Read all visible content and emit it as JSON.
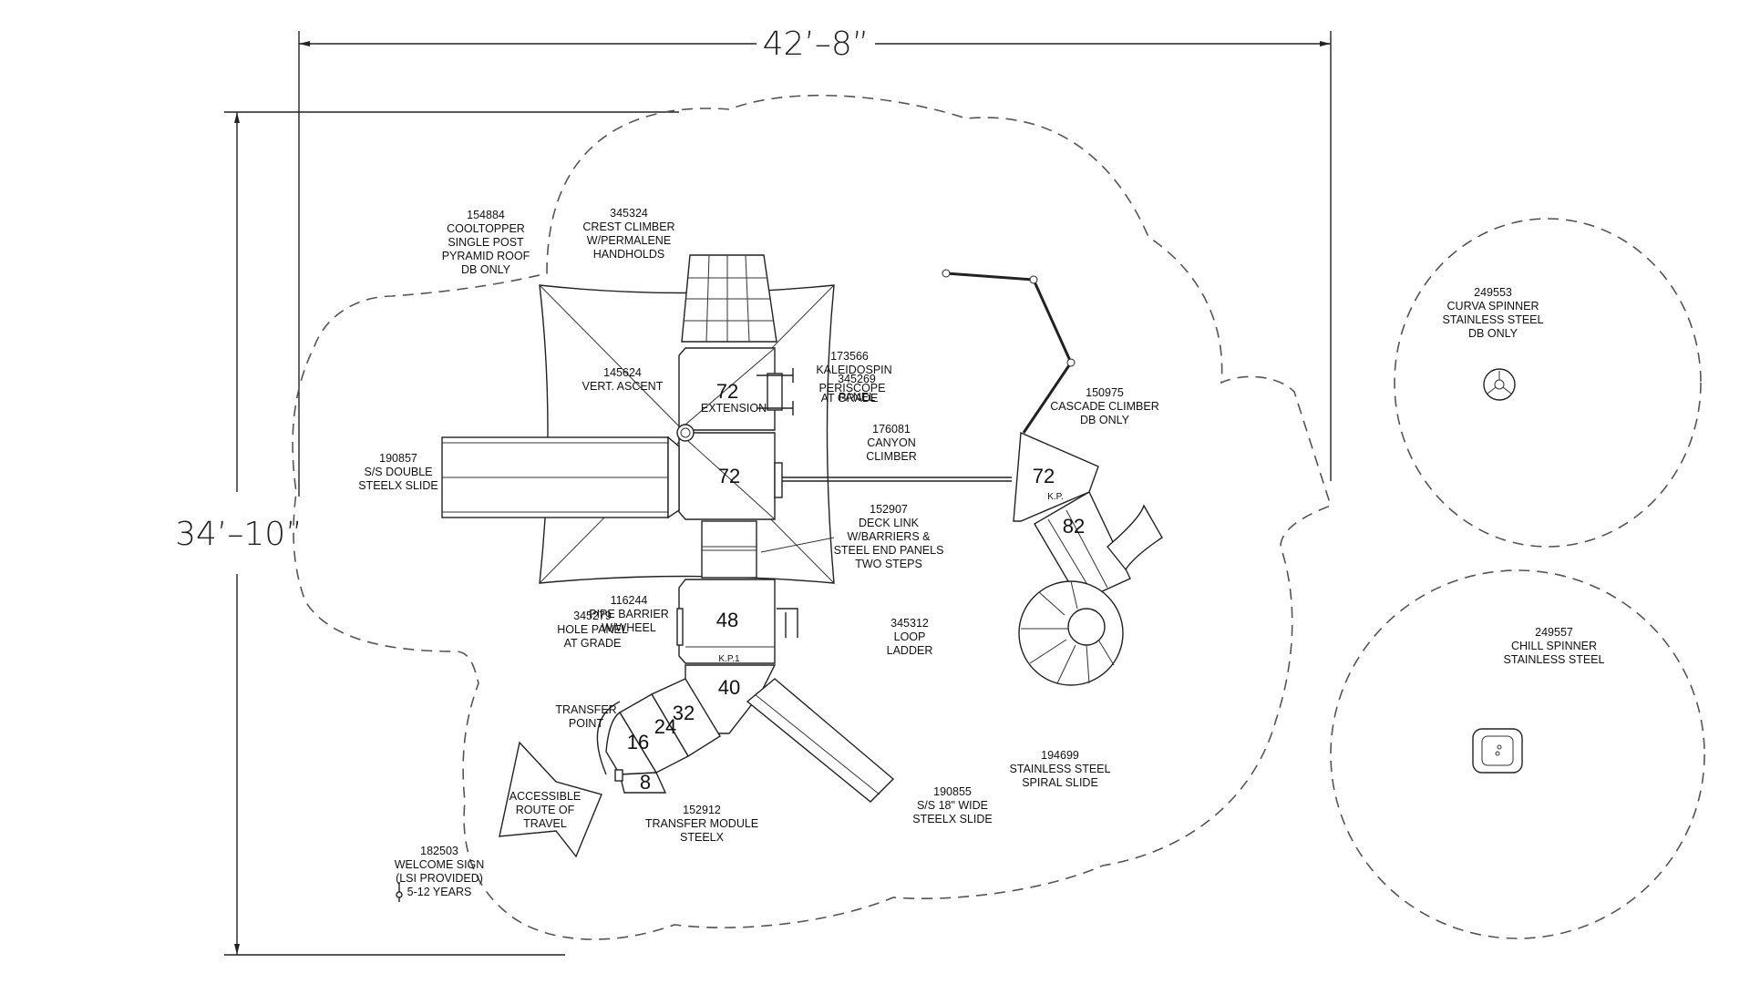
{
  "dimensions": {
    "width": "42’–8”",
    "height": "34’–10”"
  },
  "decks": {
    "upper_a": "72",
    "extension": "EXTENSION",
    "upper_b": "72",
    "mid": "48",
    "kp1": "K.P.1",
    "low": "40",
    "step32": "32",
    "step24": "24",
    "step16": "16",
    "step8": "8",
    "climber_deck": "72",
    "kp": "K.P.",
    "climber_step": "82"
  },
  "labels": {
    "cooltopper": [
      "154884",
      "COOLTOPPER",
      "SINGLE POST",
      "PYRAMID ROOF",
      "DB ONLY"
    ],
    "crest_climber": [
      "345324",
      "CREST CLIMBER",
      "W/PERMALENE",
      "HANDHOLDS"
    ],
    "vert_ascent": [
      "145624",
      "VERT. ASCENT"
    ],
    "kaleidospin": [
      "173566",
      "KALEIDOSPIN",
      "PANEL",
      "345269",
      "PERISCOPE",
      "AT GRADE"
    ],
    "double_slide": [
      "190857",
      "S/S DOUBLE",
      "STEELX SLIDE"
    ],
    "canyon_climber": [
      "176081",
      "CANYON",
      "CLIMBER"
    ],
    "cascade_climber": [
      "150975",
      "CASCADE CLIMBER",
      "DB ONLY"
    ],
    "deck_link": [
      "152907",
      "DECK LINK",
      "W/BARRIERS &",
      "STEEL END PANELS",
      "TWO STEPS"
    ],
    "pipe_barrier": [
      "116244",
      "PIPE BARRIER",
      "W/WHEEL"
    ],
    "hole_panel": [
      "345279",
      "HOLE PANEL",
      "AT GRADE"
    ],
    "loop_ladder": [
      "345312",
      "LOOP",
      "LADDER"
    ],
    "transfer_point": [
      "TRANSFER",
      "POINT"
    ],
    "accessible_route": [
      "ACCESSIBLE",
      "ROUTE OF",
      "TRAVEL"
    ],
    "transfer_module": [
      "152912",
      "TRANSFER MODULE",
      "STEELX"
    ],
    "wide_slide": [
      "190855",
      "S/S 18\" WIDE",
      "STEELX SLIDE"
    ],
    "spiral_slide": [
      "194699",
      "STAINLESS STEEL",
      "SPIRAL SLIDE"
    ],
    "welcome_sign": [
      "182503",
      "WELCOME SIGN",
      "(LSI PROVIDED)",
      "5-12 YEARS"
    ],
    "curva_spinner": [
      "249553",
      "CURVA SPINNER",
      "STAINLESS STEEL",
      "DB ONLY"
    ],
    "chill_spinner": [
      "249557",
      "CHILL SPINNER",
      "STAINLESS STEEL"
    ]
  }
}
